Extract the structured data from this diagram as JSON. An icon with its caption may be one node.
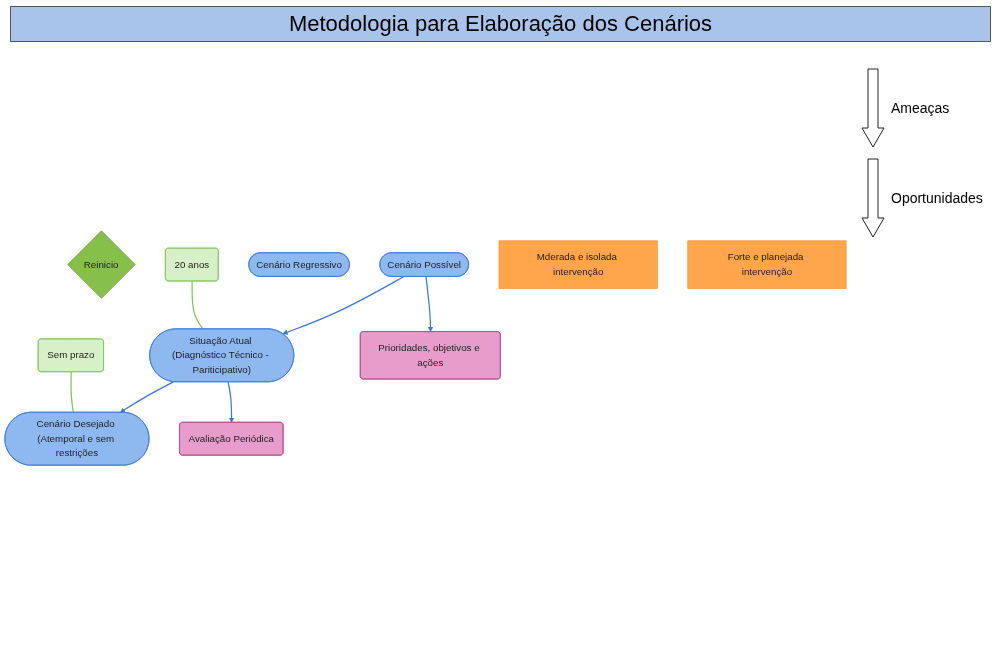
{
  "diagram": {
    "title": "Metodologia para Elaboração dos Cenários",
    "nodes": [
      {
        "text": [
          "Situação Atual (Diagnóstico Técnico - Pariticipativo)"
        ]
      },
      {
        "text": [
          "Reinicio"
        ]
      },
      {
        "text": [
          "Cenário Desejado (Atemporal e sem restrições"
        ]
      },
      {
        "text": [
          "20 anos"
        ]
      },
      {
        "text": [
          "Sem prazo"
        ]
      },
      {
        "text": [
          "Cenário Regressivo"
        ]
      },
      {
        "text": [
          "Cenário Possível"
        ]
      },
      {
        "text": [
          "Mderada e isolada intervenção"
        ]
      },
      {
        "text": [
          "Forte e planejada intervenção"
        ]
      },
      {
        "text": [
          "Avaliação Periódica"
        ]
      },
      {
        "text": [
          "Prioridades, objetivos e ações"
        ]
      }
    ],
    "edges": [
      {
        "from": 0,
        "to": 2,
        "arrow": "to"
      },
      {
        "from": 0,
        "to": 9,
        "arrow": "to"
      },
      {
        "from": 6,
        "to": 0,
        "arrow": "to"
      },
      {
        "from": 6,
        "to": 10,
        "arrow": "to"
      },
      {
        "from": 3,
        "to": 0,
        "arrow": "none",
        "color": "#7cc45a"
      },
      {
        "from": 4,
        "to": 2,
        "arrow": "none",
        "color": "#7cc45a"
      }
    ],
    "labels": [
      "Ameaças",
      "Oportunidades"
    ]
  }
}
